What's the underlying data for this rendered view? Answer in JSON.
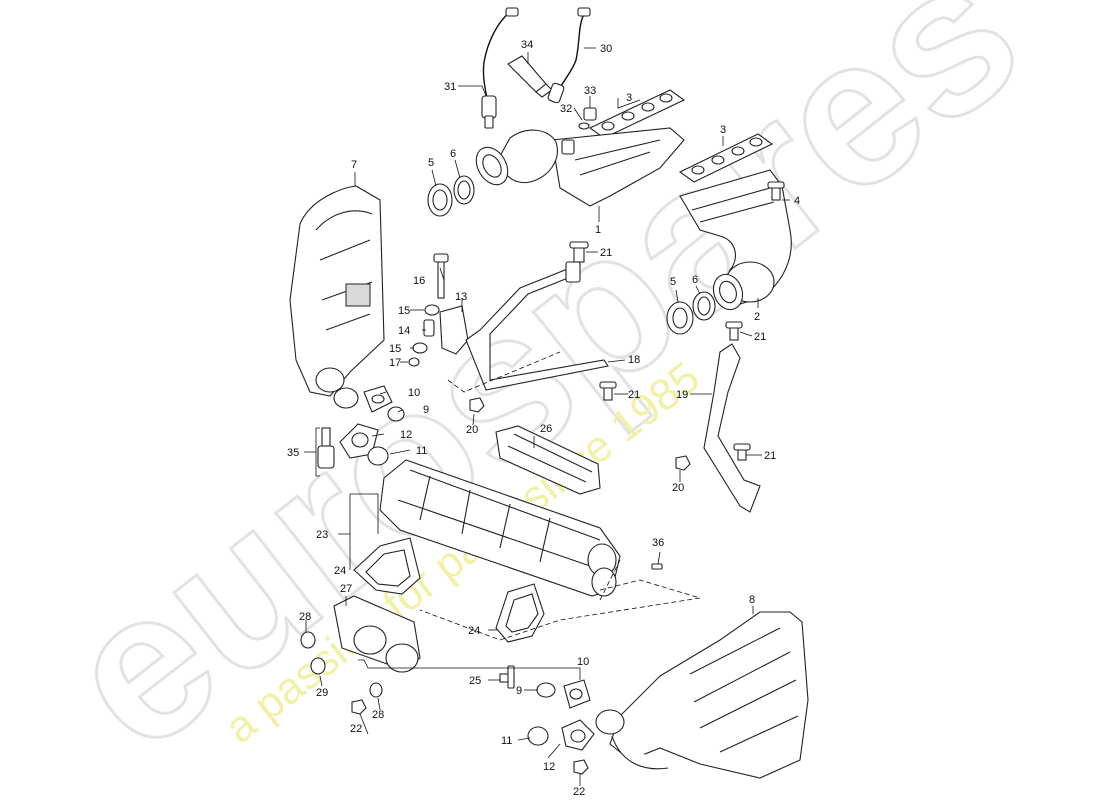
{
  "watermark": {
    "brand": "eurospares",
    "tagline": "a passion for parts since 1985"
  },
  "callouts": [
    "1",
    "2",
    "3",
    "3",
    "4",
    "5",
    "5",
    "6",
    "6",
    "7",
    "8",
    "9",
    "9",
    "10",
    "10",
    "11",
    "11",
    "12",
    "12",
    "13",
    "14",
    "15",
    "15",
    "16",
    "17",
    "18",
    "19",
    "20",
    "20",
    "21",
    "21",
    "21",
    "21",
    "21",
    "22",
    "22",
    "22",
    "23",
    "24",
    "24",
    "25",
    "26",
    "27",
    "28",
    "28",
    "29",
    "30",
    "31",
    "32",
    "33",
    "34",
    "35",
    "36"
  ],
  "colors": {
    "line": "#222222",
    "shade": "#d9d9d9",
    "watermark_outline": "#e2e2e2",
    "watermark_tagline": "#f1f1a8"
  }
}
